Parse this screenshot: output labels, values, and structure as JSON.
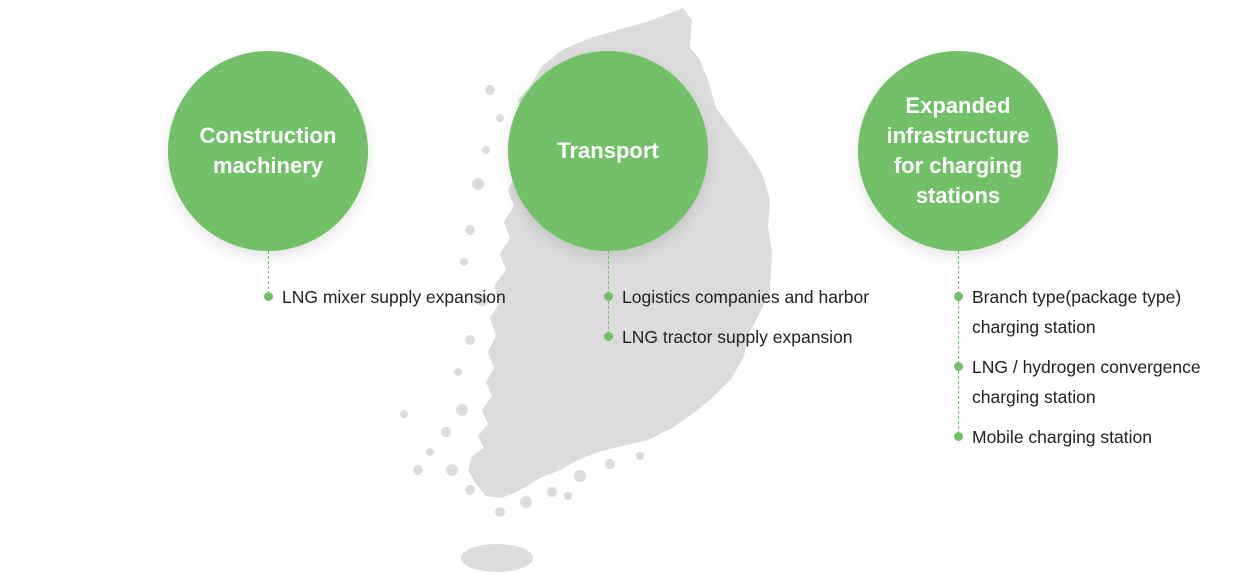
{
  "colors": {
    "accent": "#72c068",
    "map": "#dcdcdd",
    "text": "#222222"
  },
  "categories": [
    {
      "title_lines": [
        "Construction",
        "machinery"
      ],
      "items": [
        {
          "lines": [
            "LNG mixer supply expansion"
          ]
        }
      ]
    },
    {
      "title_lines": [
        "Transport"
      ],
      "items": [
        {
          "lines": [
            "Logistics companies and harbor"
          ]
        },
        {
          "lines": [
            "LNG tractor supply expansion"
          ]
        }
      ]
    },
    {
      "title_lines": [
        "Expanded",
        "infrastructure",
        "for charging",
        "stations"
      ],
      "items": [
        {
          "lines": [
            "Branch type(package type)",
            "charging station"
          ]
        },
        {
          "lines": [
            "LNG / hydrogen convergence",
            "charging station"
          ]
        },
        {
          "lines": [
            "Mobile charging station"
          ]
        }
      ]
    }
  ]
}
